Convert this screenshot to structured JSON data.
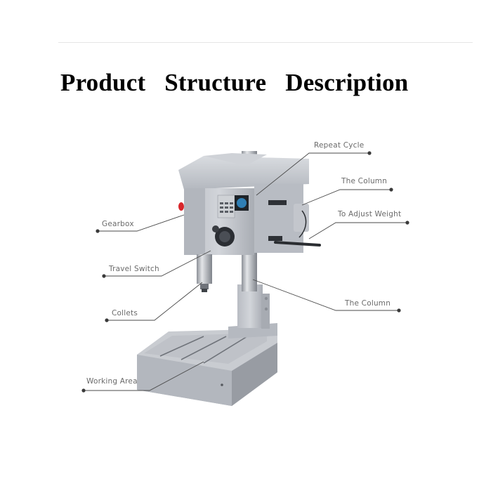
{
  "page": {
    "title": "Product Structure Description"
  },
  "diagram": {
    "subject": "Bench tapping / drilling machine",
    "colors": {
      "machine_body": "#c4c7cd",
      "machine_shadow": "#9ea2a9",
      "leader_line": "#4a4a4a",
      "label_text": "#6a6a6a",
      "indicator_red": "#d8262b",
      "dial_blue": "#2f7fb5"
    },
    "callouts": [
      {
        "id": "repeat-cycle",
        "label": "Repeat Cycle",
        "side": "right"
      },
      {
        "id": "the-column-upper",
        "label": "The Column",
        "side": "right"
      },
      {
        "id": "to-adjust-weight",
        "label": "To Adjust Weight",
        "side": "right"
      },
      {
        "id": "gearbox",
        "label": "Gearbox",
        "side": "left"
      },
      {
        "id": "travel-switch",
        "label": "Travel Switch",
        "side": "left"
      },
      {
        "id": "the-column-lower",
        "label": "The Column",
        "side": "right"
      },
      {
        "id": "collets",
        "label": "Collets",
        "side": "left"
      },
      {
        "id": "working-area",
        "label": "Working Area",
        "side": "left"
      }
    ]
  }
}
